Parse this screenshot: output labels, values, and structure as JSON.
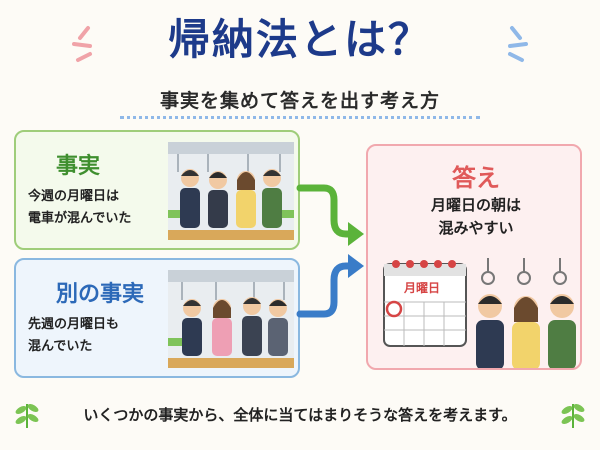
{
  "title": "帰納法とは？",
  "subtitle": "事実を集めて答えを出す考え方",
  "facts": [
    {
      "title": "事実",
      "line1": "今週の月曜日は",
      "line2": "電車が混んでいた",
      "color": "#3f8f2f"
    },
    {
      "title": "別の事実",
      "line1": "先週の月曜日も",
      "line2": "混んでいた",
      "color": "#2c69b8"
    }
  ],
  "answer": {
    "title": "答え",
    "line1": "月曜日の朝は",
    "line2": "混みやすい",
    "calendar_label": "月曜日"
  },
  "footer": "いくつかの事実から、全体に当てはまりそうな答えを考えます。",
  "colors": {
    "green_arrow": "#5bb33a",
    "blue_arrow": "#3a7cc8",
    "title": "#1d3a8a",
    "accent_red": "#e05a5a"
  }
}
